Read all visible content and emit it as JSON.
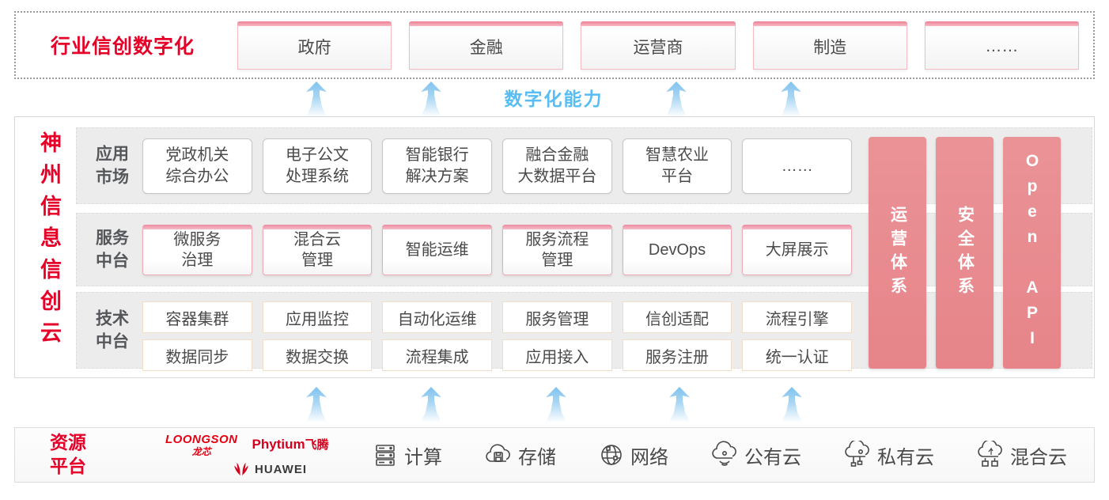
{
  "colors": {
    "brand_red": "#e60028",
    "pillar_pink": "#e8888c",
    "arrow_blue": "#7fc3ee",
    "label_blue": "#57bdf2"
  },
  "top": {
    "title": "行业信创数字化",
    "industries": [
      "政府",
      "金融",
      "运营商",
      "制造",
      "……"
    ]
  },
  "digital_band": {
    "label": "数字化能力"
  },
  "main": {
    "side_title": "神州信息信创云",
    "rows": [
      {
        "label": "应用\n市场",
        "boxes": [
          "党政机关\n综合办公",
          "电子公文\n处理系统",
          "智能银行\n解决方案",
          "融合金融\n大数据平台",
          "智慧农业\n平台",
          "……"
        ]
      },
      {
        "label": "服务\n中台",
        "boxes": [
          "微服务\n治理",
          "混合云\n管理",
          "智能运维",
          "服务流程\n管理",
          "DevOps",
          "大屏展示"
        ]
      },
      {
        "label": "技术\n中台",
        "boxes_top": [
          "容器集群",
          "应用监控",
          "自动化运维",
          "服务管理",
          "信创适配",
          "流程引擎"
        ],
        "boxes_bottom": [
          "数据同步",
          "数据交换",
          "流程集成",
          "应用接入",
          "服务注册",
          "统一认证"
        ]
      }
    ],
    "pillars": [
      "运营体系",
      "安全体系",
      "Open API"
    ]
  },
  "resources": {
    "label": "资源\n平台",
    "vendors": {
      "loongson_en": "LOONGSON",
      "loongson_cn": "龙芯",
      "phytium_en": "Phytium",
      "phytium_cn": "飞腾",
      "huawei": "HUAWEI"
    },
    "items": [
      "计算",
      "存储",
      "网络",
      "公有云",
      "私有云",
      "混合云"
    ]
  }
}
